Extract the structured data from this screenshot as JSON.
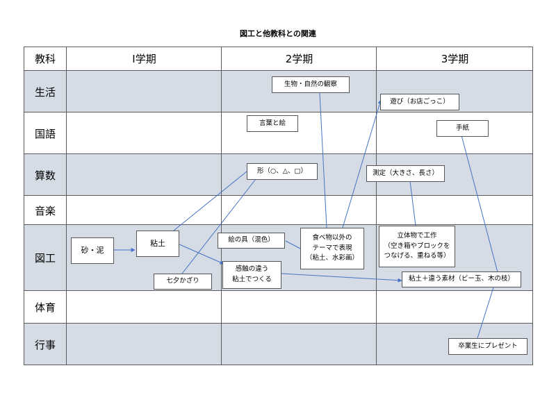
{
  "title": "図工と他教科との関連",
  "header": {
    "subject": "教科",
    "term1": "Ⅰ学期",
    "term2": "2学期",
    "term3": "3学期"
  },
  "rows": [
    "生活",
    "国語",
    "算数",
    "音楽",
    "図工",
    "体育",
    "行事"
  ],
  "boxes": {
    "seikatsu_observation": "生物・自然の観察",
    "shop_play": "遊び（お店ごっこ）",
    "words_pictures": "言葉と絵",
    "letter": "手紙",
    "shapes": "形（○、△、□）",
    "measurement": "測定（大きさ、長さ）",
    "sand_mud": "砂・泥",
    "clay": "粘土",
    "paints": "絵の具（混色）",
    "non_food_expression": "食べ物以外の\nテーマで表現\n（粘土、水彩画）",
    "solid_construction": "立体物で工作\n（空き箱やブロックを\nつなげる、重ねる等）",
    "tanabata": "七夕かざり",
    "clay_texture": "感触の違う\n粘土でつくる",
    "clay_materials": "粘土＋違う素材（ビー玉、木の枝）",
    "graduation_gift": "卒業生にプレゼント"
  },
  "colors": {
    "shaded_row": "#d6dce5",
    "grid_line": "#5a5a5a",
    "arrow": "#4472c4"
  }
}
